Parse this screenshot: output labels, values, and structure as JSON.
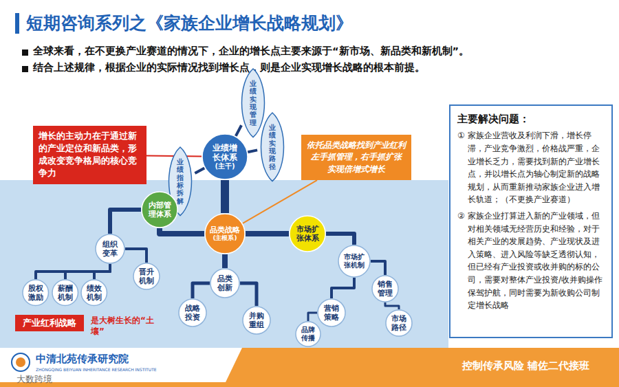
{
  "diagram": {
    "title": "短期咨询系列之《家族企业增长战略规划》",
    "nodes": [
      {
        "text": [
          "增长的主动力在于通过新的产业定位和新品类，形成改变竞争格局的核心竞争力"
        ]
      },
      {
        "text": [
          "业绩实现管理"
        ]
      },
      {
        "text": [
          "业绩增长体系",
          "(主干)"
        ]
      },
      {
        "text": [
          "业绩指标拆解"
        ]
      },
      {
        "text": [
          "业绩实现路径"
        ]
      },
      {
        "text": [
          "依托品类战略找到产业红利 左手抓管理，右手抓扩张 实现倍增式增长"
        ]
      },
      {
        "text": [
          "内部管理体系"
        ]
      },
      {
        "text": [
          "品类战略",
          "(主根系)"
        ]
      },
      {
        "text": [
          "市场扩张体系"
        ]
      },
      {
        "text": [
          "组织变革"
        ]
      },
      {
        "text": [
          "晋升机制"
        ]
      },
      {
        "text": [
          "股权激励"
        ]
      },
      {
        "text": [
          "薪酬机制"
        ]
      },
      {
        "text": [
          "绩效机制"
        ]
      },
      {
        "text": [
          "品类创新"
        ]
      },
      {
        "text": [
          "战略投资"
        ]
      },
      {
        "text": [
          "并购重组"
        ]
      },
      {
        "text": [
          "市场扩张机制"
        ]
      },
      {
        "text": [
          "销售管理"
        ]
      },
      {
        "text": [
          "营销策略"
        ]
      },
      {
        "text": [
          "品牌传播"
        ]
      },
      {
        "text": [
          "市场路径"
        ]
      },
      {
        "text": [
          "产业红利战略"
        ]
      },
      {
        "text": [
          "主要解决问题：",
          "① 家族企业营收及利润下滑，增长停滞，产业竞争激烈，价格战严重，企业增长乏力，需要找到新的产业增长点，并以增长点为轴心制定新的战略规划，从而重新推动家族企业进入增长轨道；（不更换产业赛道）",
          "② 家族企业打算进入新的产业领域，但对相关领域无经营历史和经验，对于相关产业的发展趋势、产业现状及进入策略、进入风险等缺乏透彻认知，但已经有产业投资或收并购的标的公司，需要对整体产业投资/收并购操作保驾护航，同时需要为新收购公司制定增长战略"
        ]
      }
    ],
    "edges": [
      {
        "from": 7,
        "to": 2,
        "arrow": "none"
      },
      {
        "from": 2,
        "to": 1,
        "arrow": "none"
      },
      {
        "from": 2,
        "to": 3,
        "arrow": "none"
      },
      {
        "from": 2,
        "to": 4,
        "arrow": "none"
      },
      {
        "from": 0,
        "to": 2,
        "arrow": "none"
      },
      {
        "from": 5,
        "to": 7,
        "arrow": "none"
      },
      {
        "from": 7,
        "to": 6,
        "arrow": "none"
      },
      {
        "from": 7,
        "to": 8,
        "arrow": "none"
      },
      {
        "from": 6,
        "to": 9,
        "arrow": "none"
      },
      {
        "from": 9,
        "to": 10,
        "arrow": "none"
      },
      {
        "from": 9,
        "to": 11,
        "arrow": "none"
      },
      {
        "from": 9,
        "to": 12,
        "arrow": "none"
      },
      {
        "from": 9,
        "to": 13,
        "arrow": "none"
      },
      {
        "from": 7,
        "to": 14,
        "arrow": "none"
      },
      {
        "from": 14,
        "to": 15,
        "arrow": "none"
      },
      {
        "from": 14,
        "to": 16,
        "arrow": "none"
      },
      {
        "from": 8,
        "to": 17,
        "arrow": "none"
      },
      {
        "from": 17,
        "to": 18,
        "arrow": "none"
      },
      {
        "from": 17,
        "to": 19,
        "arrow": "none"
      },
      {
        "from": 19,
        "to": 20,
        "arrow": "none"
      },
      {
        "from": 18,
        "to": 21,
        "arrow": "none"
      }
    ],
    "labels": [
      "全球来看，在不更换产业赛道的情况下，企业的增长点主要来源于“新市场、新品类和新机制”。",
      "结合上述规律，根据企业的实际情况找到增长点，则是企业实现增长战略的根本前提。",
      "是大树生长的“土壤”",
      "中清北苑传承研究院",
      "ZHONGQING BEIYUAN INHERITANCE RESEARCH INSTITUTE",
      "控制传承风险 辅佐二代接班",
      "大数跨境"
    ]
  }
}
